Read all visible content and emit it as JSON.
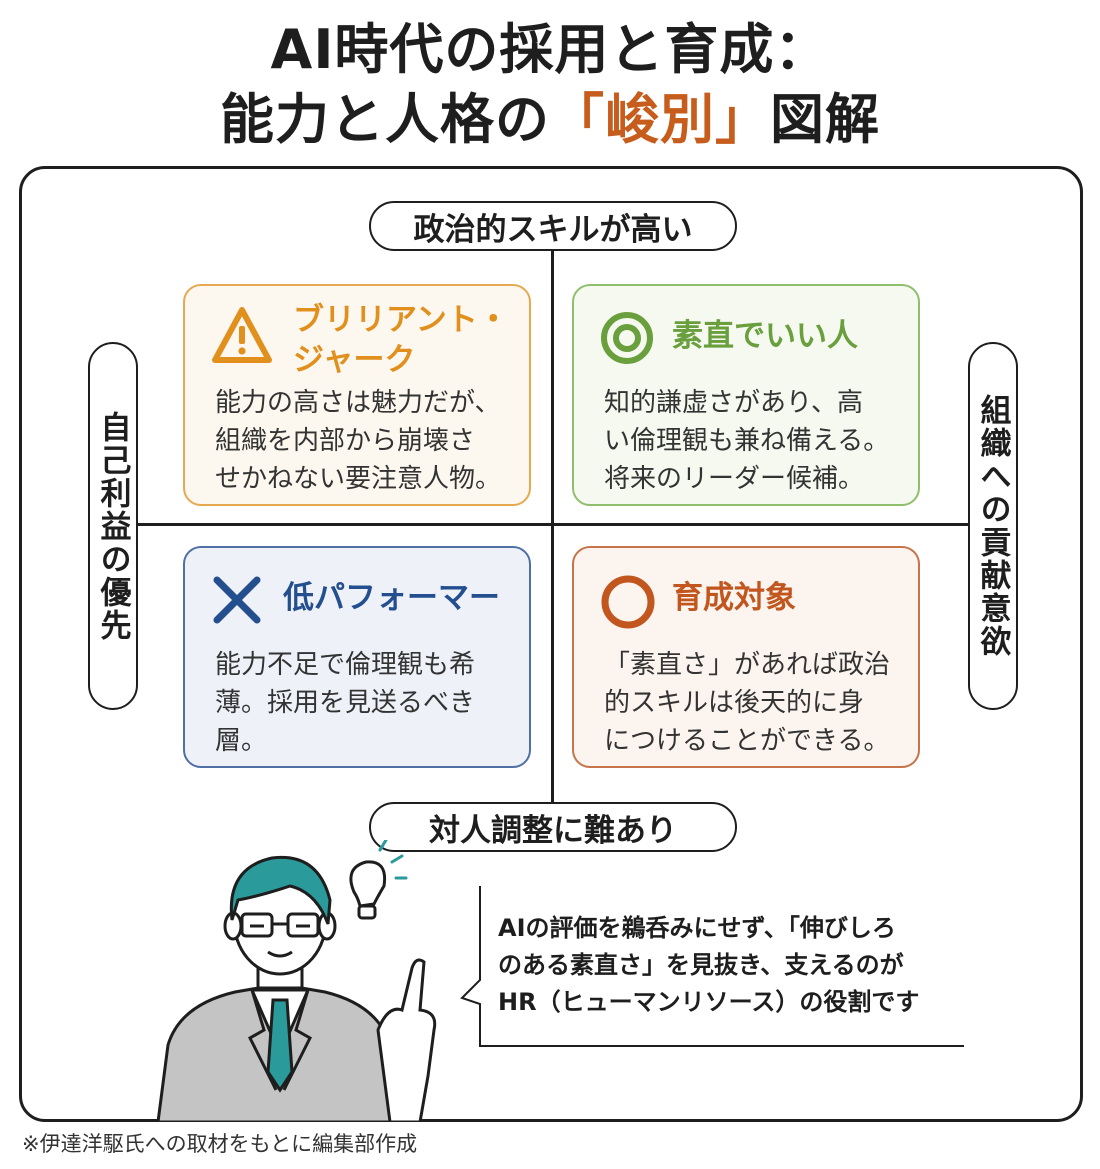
{
  "title": {
    "line1": "AI時代の採用と育成：",
    "line2_pre": "能力と人格の",
    "line2_highlight": "「峻別」",
    "line2_post": "図解"
  },
  "axes": {
    "top": "政治的スキルが高い",
    "bottom": "対人調整に難あり",
    "left": "自己利益の優先",
    "right": "組織への貢献意欲"
  },
  "quadrants": {
    "top_left": {
      "icon": "warning-triangle-icon",
      "heading_line1": "ブリリアント・",
      "heading_line2": "ジャーク",
      "body_lines": [
        "能力の高さは魅力だが、",
        "組織を内部から崩壊さ",
        "せかねない要注意人物。"
      ],
      "color": "#e1901e"
    },
    "top_right": {
      "icon": "double-circle-icon",
      "heading": "素直でいい人",
      "body_lines": [
        "知的謙虚さがあり、高",
        "い倫理観も兼ね備える。",
        "将来のリーダー候補。"
      ],
      "color": "#6a9f3d"
    },
    "bottom_left": {
      "icon": "cross-icon",
      "heading": "低パフォーマー",
      "body_lines": [
        "能力不足で倫理観も希",
        "薄。採用を見送るべき",
        "層。"
      ],
      "color": "#244f8f"
    },
    "bottom_right": {
      "icon": "circle-icon",
      "heading": "育成対象",
      "body_lines": [
        "「素直さ」があれば政治",
        "的スキルは後天的に身",
        "につけることができる。"
      ],
      "color": "#c2561f"
    }
  },
  "speech": {
    "lines": [
      "AIの評価を鵜呑みにせず、「伸びしろ",
      "のある素直さ」を見抜き、支えるのが",
      "HR（ヒューマンリソース）の役割です"
    ]
  },
  "footnote": "※伊達洋駆氏への取材をもとに編集部作成",
  "colors": {
    "accent": "#c75d1c",
    "dark": "#1e1e1e",
    "suit": "#bdbdbd",
    "hair": "#2a9a9a",
    "tie": "#2a9a9a"
  }
}
